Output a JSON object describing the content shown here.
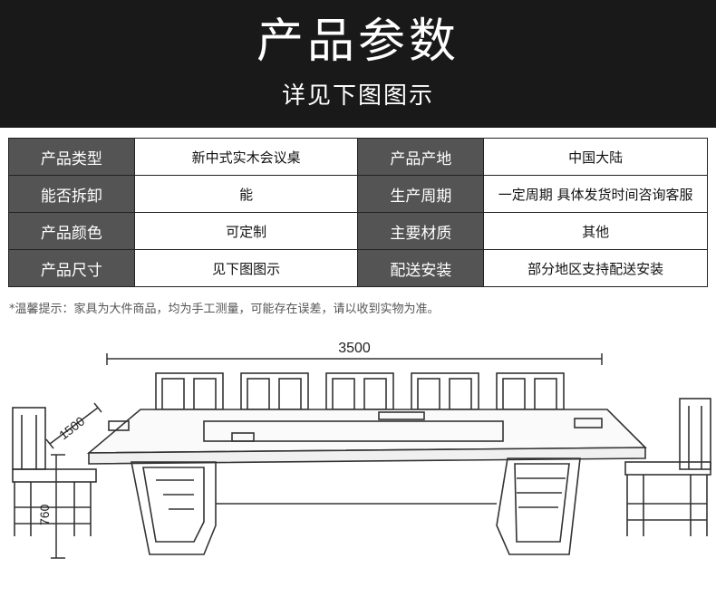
{
  "header": {
    "title": "产品参数",
    "subtitle": "详见下图图示"
  },
  "specs": [
    {
      "label1": "产品类型",
      "value1": "新中式实木会议桌",
      "label2": "产品产地",
      "value2": "中国大陆"
    },
    {
      "label1": "能否拆卸",
      "value1": "能",
      "label2": "生产周期",
      "value2": "一定周期 具体发货时间咨询客服"
    },
    {
      "label1": "产品颜色",
      "value1": "可定制",
      "label2": "主要材质",
      "value2": "其他"
    },
    {
      "label1": "产品尺寸",
      "value1": "见下图图示",
      "label2": "配送安装",
      "value2": "部分地区支持配送安装"
    }
  ],
  "note": "*温馨提示：家具为大件商品，均为手工测量，可能存在误差，请以收到实物为准。",
  "dimensions": {
    "length": "3500",
    "width": "1500",
    "height": "760"
  },
  "colors": {
    "header_bg": "#191919",
    "label_bg": "#545454"
  }
}
